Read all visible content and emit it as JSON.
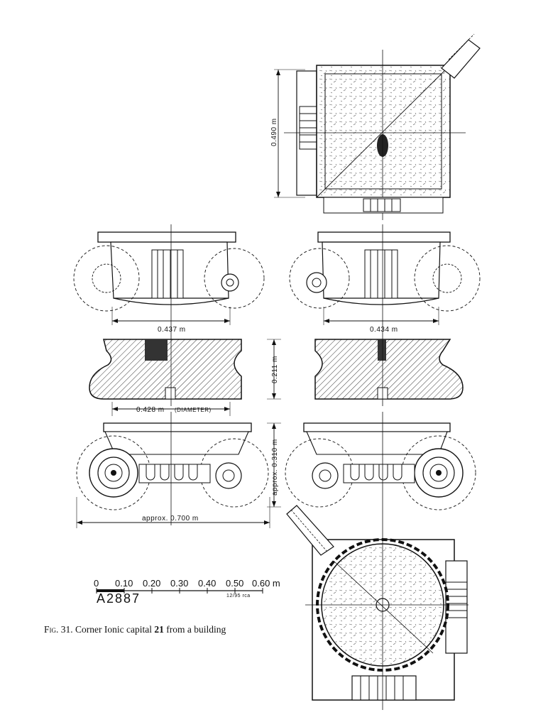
{
  "dimensions": {
    "top_height": "0.490 m",
    "left_width": "0.437 m",
    "right_width": "0.434 m",
    "section_height": "0.211 m",
    "section_diameter": "0.428 m",
    "section_diameter_note": "(DIAMETER)",
    "front_height": "approx. 0.310 m",
    "front_width": "approx. 0.700 m"
  },
  "scale_bar": {
    "ticks": [
      "0",
      "0.10",
      "0.20",
      "0.30",
      "0.40",
      "0.50",
      "0.60 m"
    ],
    "inventory_number": "A2887",
    "credit": "12/95 rca"
  },
  "caption": {
    "prefix": "Fig. 31.",
    "text": "Corner Ionic capital",
    "number": "21",
    "suffix": "from a building"
  }
}
